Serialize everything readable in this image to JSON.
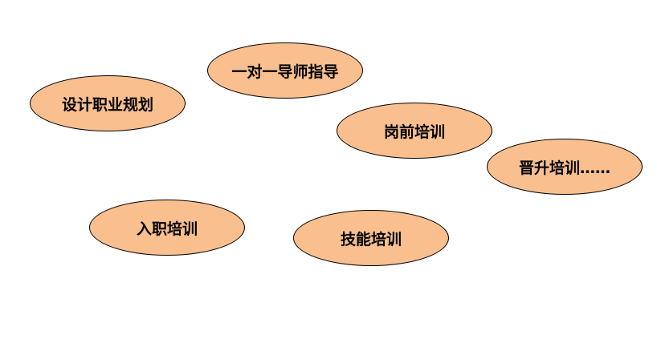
{
  "diagram": {
    "fill_color": "#F9BF8F",
    "stroke_color": "#000000",
    "nodes": [
      {
        "label": "设计职业规划"
      },
      {
        "label": "一对一导师指导"
      },
      {
        "label": "岗前培训"
      },
      {
        "label": "晋升培训……"
      },
      {
        "label": "入职培训"
      },
      {
        "label": "技能培训"
      }
    ]
  }
}
